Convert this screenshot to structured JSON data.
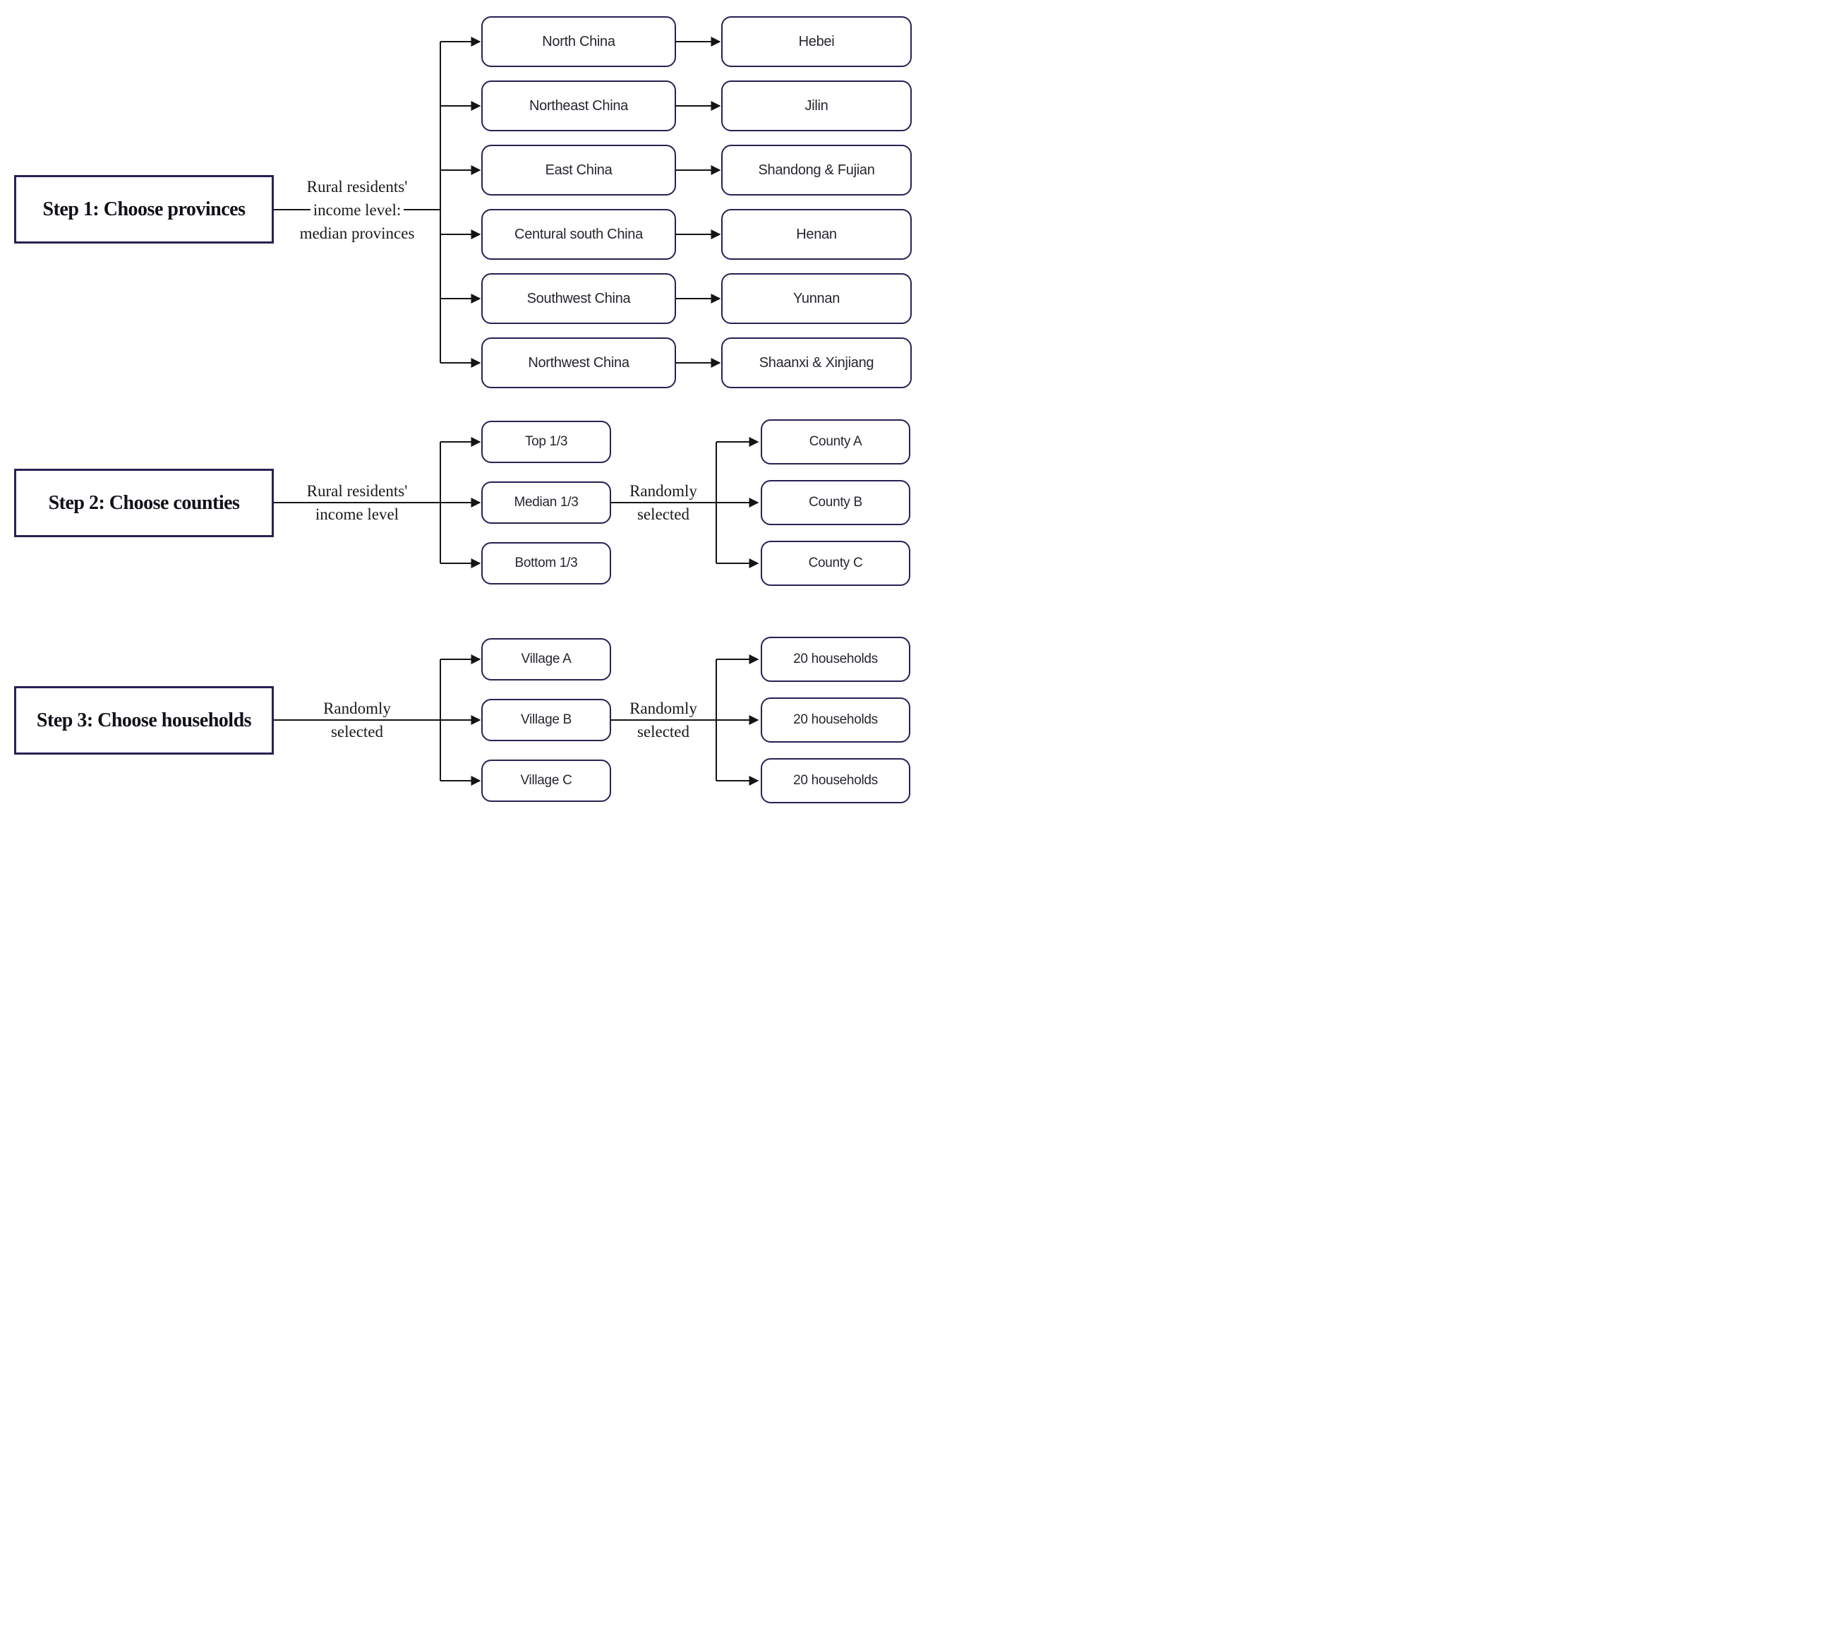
{
  "steps": [
    {
      "title": "Step 1: Choose provinces",
      "criterion": {
        "line1": "Rural residents'",
        "line2": "income level:",
        "line3": "median provinces"
      },
      "branches": [
        "North China",
        "Northeast China",
        "East China",
        "Centural south China",
        "Southwest China",
        "Northwest China"
      ],
      "leaves": [
        "Hebei",
        "Jilin",
        "Shandong & Fujian",
        "Henan",
        "Yunnan",
        "Shaanxi & Xinjiang"
      ]
    },
    {
      "title": "Step 2: Choose counties",
      "criterion": {
        "line1": "Rural residents'",
        "line2": "income level"
      },
      "selection": {
        "line1": "Randomly",
        "line2": "selected"
      },
      "branches": [
        "Top 1/3",
        "Median 1/3",
        "Bottom 1/3"
      ],
      "leaves": [
        "County A",
        "County B",
        "County C"
      ]
    },
    {
      "title": "Step 3: Choose households",
      "criterion": {
        "line1": "Randomly",
        "line2": "selected"
      },
      "selection": {
        "line1": "Randomly",
        "line2": "selected"
      },
      "branches": [
        "Village A",
        "Village B",
        "Village C"
      ],
      "leaves": [
        "20 households",
        "20 households",
        "20 households"
      ]
    }
  ],
  "colors": {
    "box_border": "#262253",
    "line": "#141414",
    "node_text": "#26262e",
    "label_text": "#1a1a1a",
    "background": "#ffffff"
  }
}
